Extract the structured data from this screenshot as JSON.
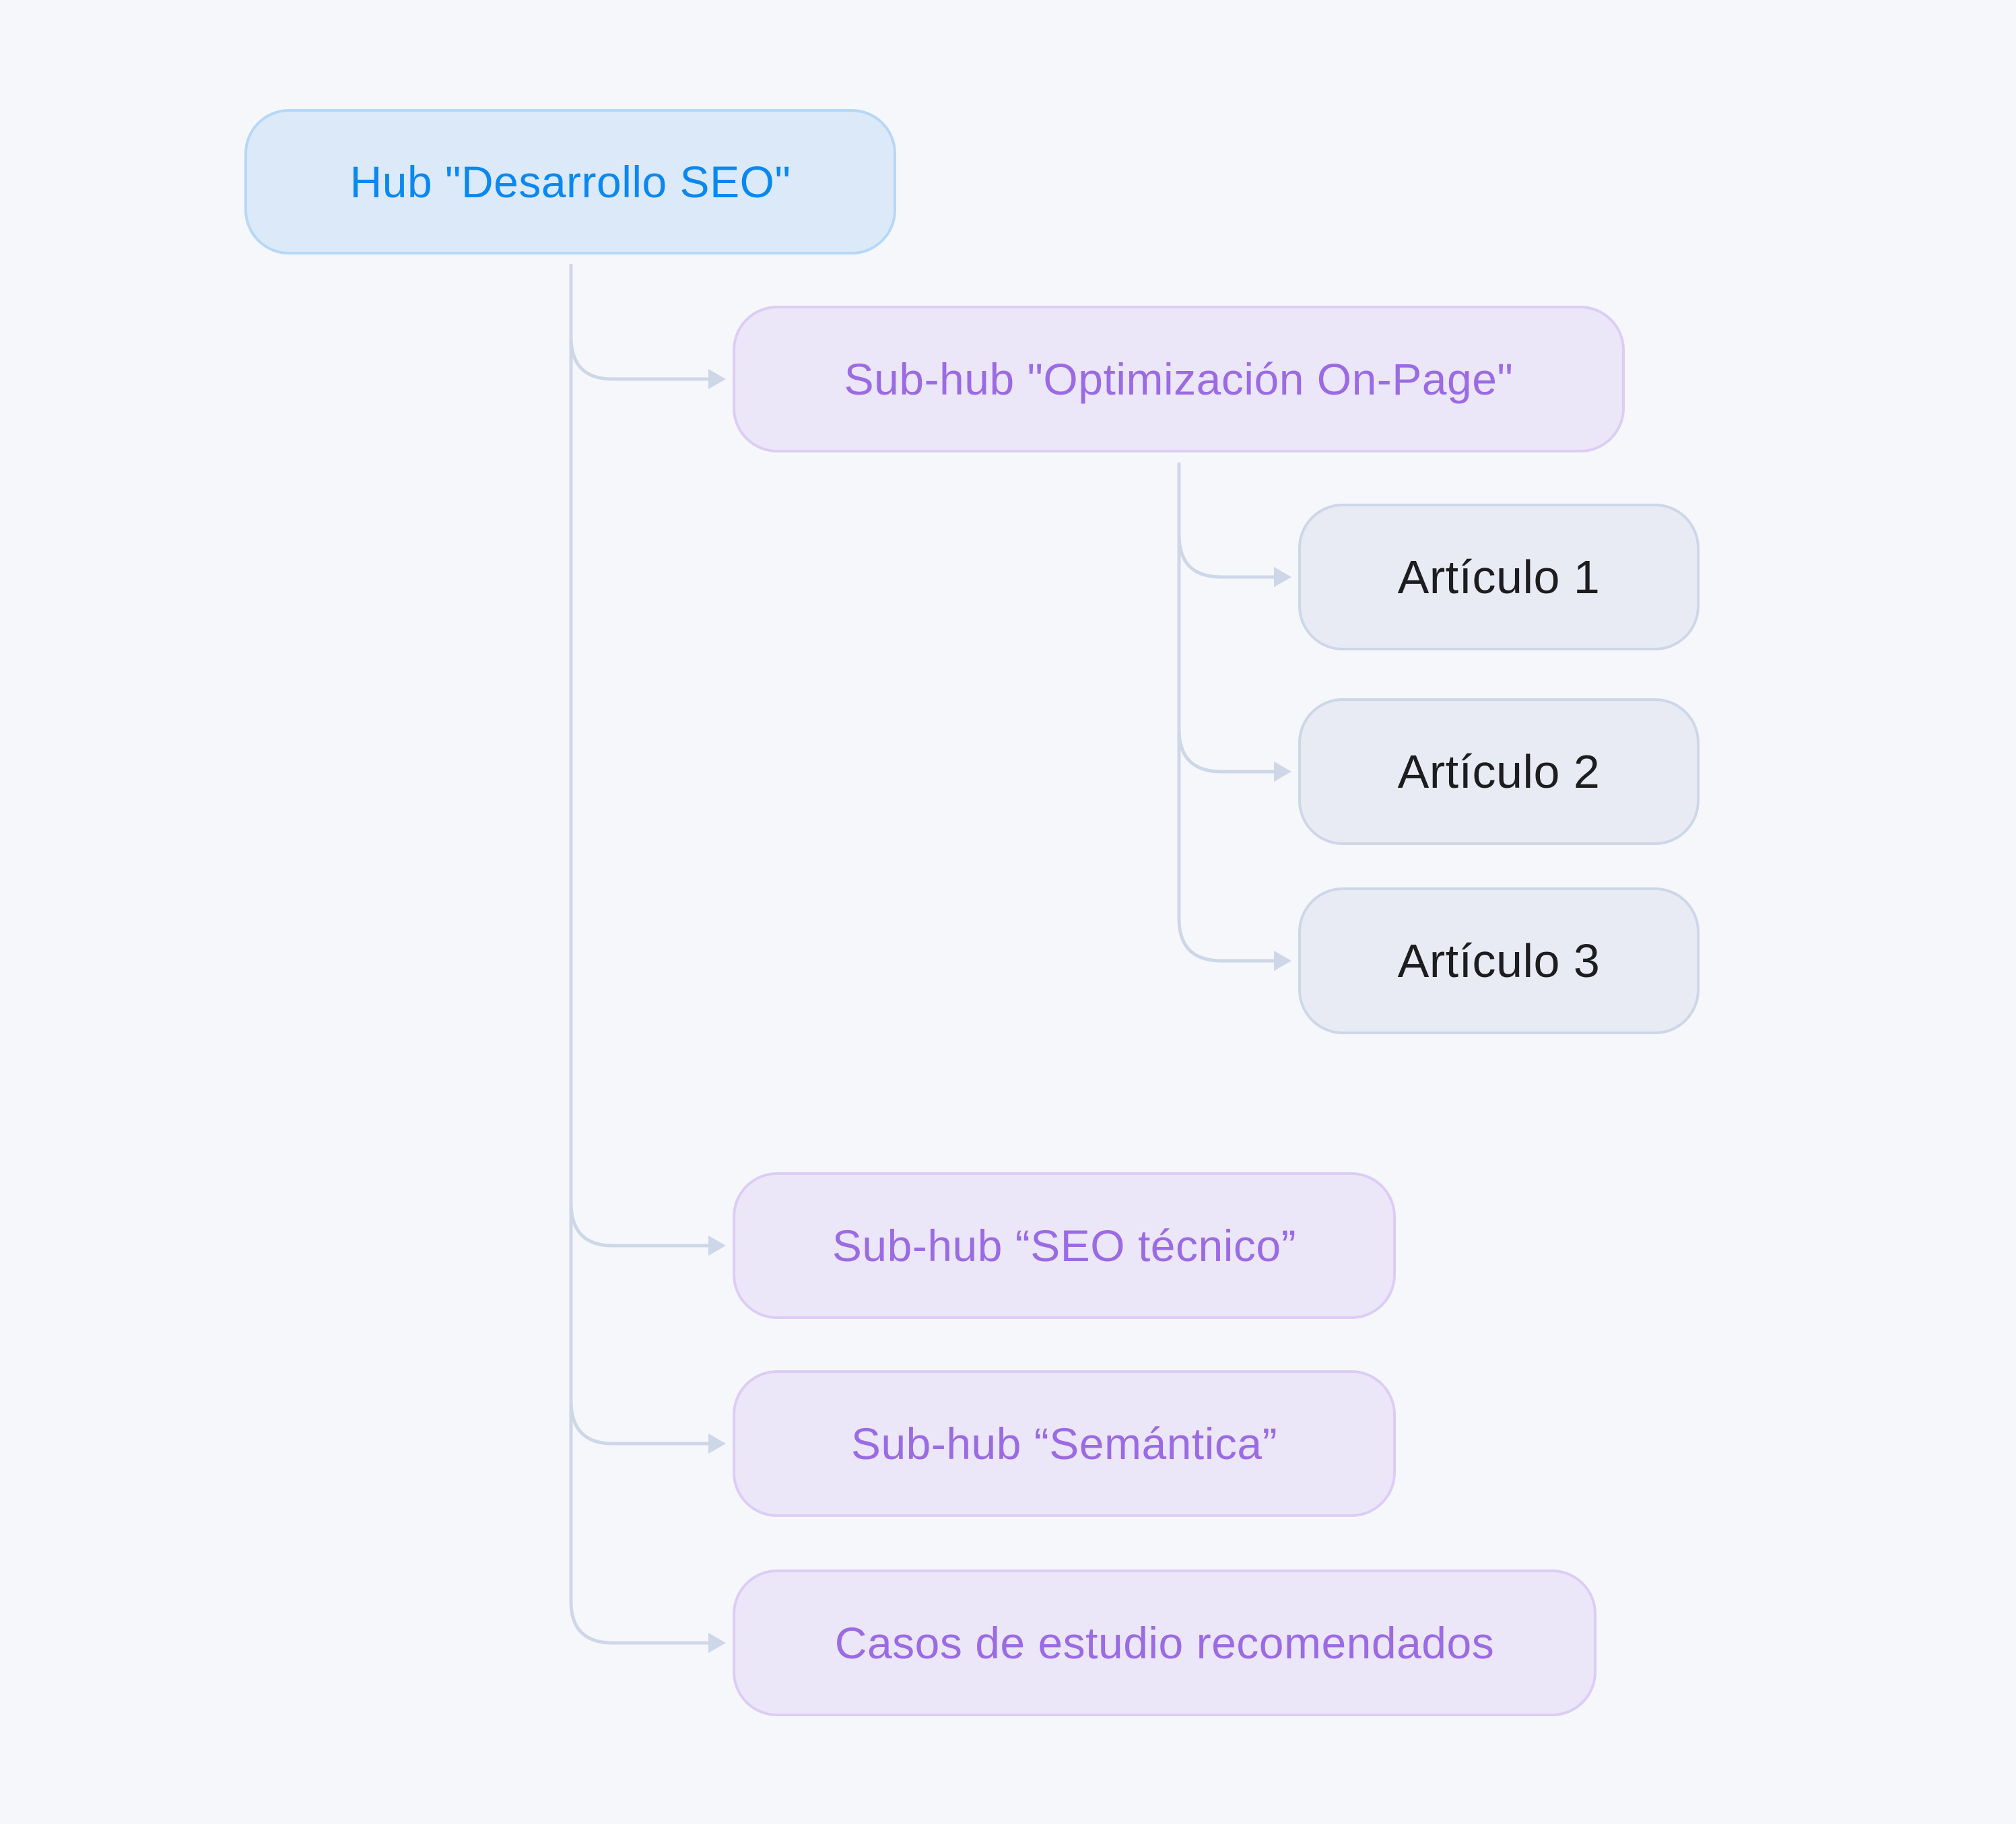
{
  "diagram": {
    "hub": {
      "label": "Hub \"Desarrollo SEO\""
    },
    "subhubs": [
      {
        "label": "Sub-hub \"Optimización On-Page\""
      },
      {
        "label": "Sub-hub “SEO técnico”"
      },
      {
        "label": "Sub-hub “Semántica”"
      },
      {
        "label": "Casos de estudio recomendados"
      }
    ],
    "articles": [
      {
        "label": "Artículo 1"
      },
      {
        "label": "Artículo 2"
      },
      {
        "label": "Artículo 3"
      }
    ],
    "colors": {
      "background": "#f6f7fb",
      "hub_fill": "#dbe9f9",
      "hub_text": "#0a88f0",
      "subhub_fill": "#ece6f9",
      "subhub_text": "#9b6be3",
      "article_fill": "#e8ebf4",
      "article_text": "#1d1d1f",
      "connector": "#cdd7e8"
    }
  }
}
